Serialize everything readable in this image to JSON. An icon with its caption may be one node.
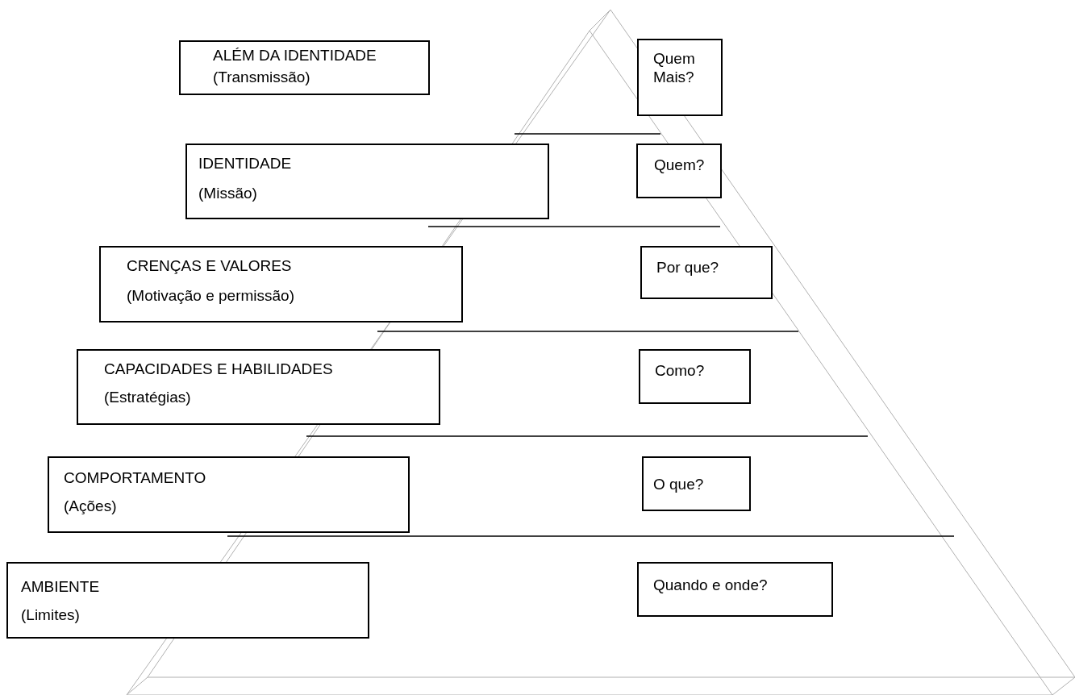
{
  "diagram": {
    "nodes": [
      {
        "text": [
          "ALÉM DA IDENTIDADE",
          "(Transmissão)"
        ]
      },
      {
        "text": [
          "Quem Mais?"
        ]
      },
      {
        "text": [
          "IDENTIDADE",
          "(Missão)"
        ]
      },
      {
        "text": [
          "Quem?"
        ]
      },
      {
        "text": [
          "CRENÇAS E VALORES",
          "(Motivação e permissão)"
        ]
      },
      {
        "text": [
          "Por que?"
        ]
      },
      {
        "text": [
          "CAPACIDADES E HABILIDADES",
          "(Estratégias)"
        ]
      },
      {
        "text": [
          "Como?"
        ]
      },
      {
        "text": [
          "COMPORTAMENTO",
          "(Ações)"
        ]
      },
      {
        "text": [
          "O que?"
        ]
      },
      {
        "text": [
          "AMBIENTE",
          "(Limites)"
        ]
      },
      {
        "text": [
          "Quando e onde?"
        ]
      }
    ]
  }
}
